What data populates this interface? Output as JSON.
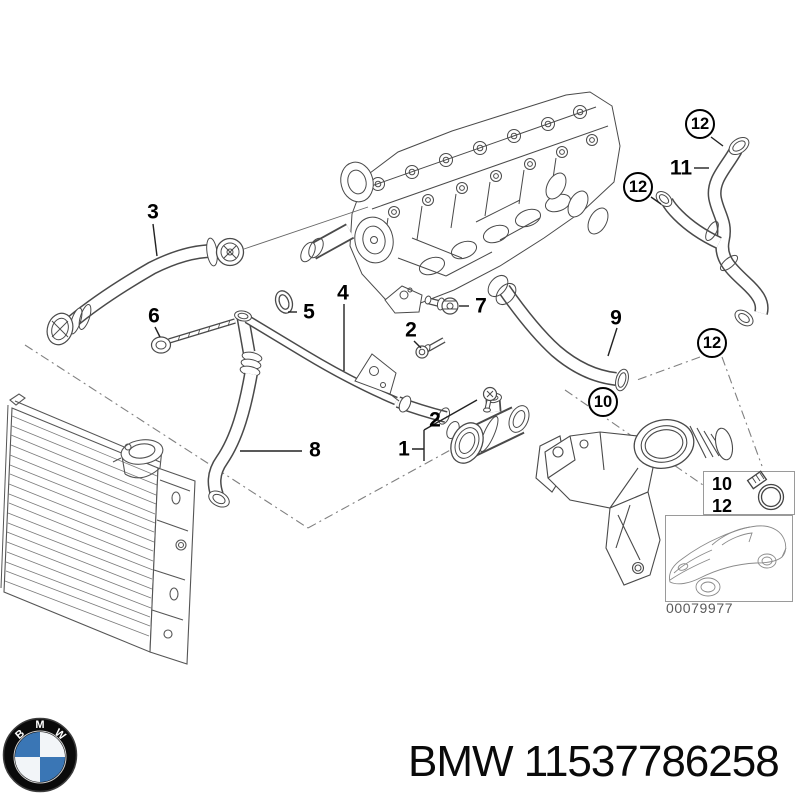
{
  "footer": {
    "label": "BMW 11537786258",
    "logo": {
      "letters": [
        "B",
        "M",
        "W"
      ],
      "blue": "#3a76b5",
      "ring": "#0a0a0a"
    }
  },
  "diagram": {
    "image_code": "00079977",
    "callouts": {
      "n1": "1",
      "n2a": "2",
      "n2b": "2",
      "n3": "3",
      "n4": "4",
      "n5": "5",
      "n6": "6",
      "n7": "7",
      "n8": "8",
      "n9": "9",
      "n11": "11",
      "c10": "10",
      "c12a": "12",
      "c12b": "12",
      "c12c": "12"
    },
    "clamp_box": {
      "row1": "10",
      "row2": "12"
    }
  },
  "colors": {
    "line": "#4a4a4a",
    "label": "#000000",
    "dash": "#808080",
    "code": "#5a5a5a",
    "box_border": "#9a9a9a"
  }
}
